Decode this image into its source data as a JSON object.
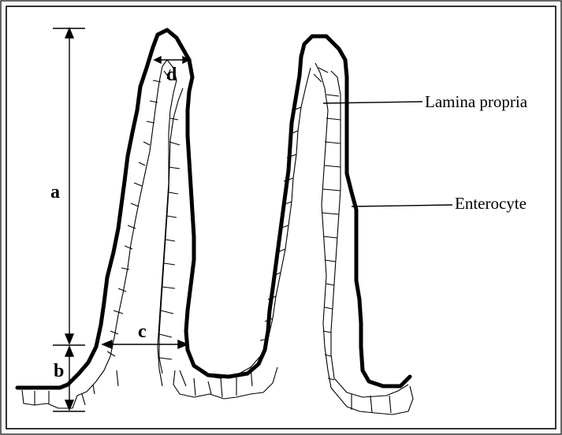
{
  "diagram": {
    "labels": {
      "a": "a",
      "b": "b",
      "c": "c",
      "d": "d",
      "lamina_propria": "Lamina propria",
      "enterocyte": "Enterocyte"
    }
  }
}
